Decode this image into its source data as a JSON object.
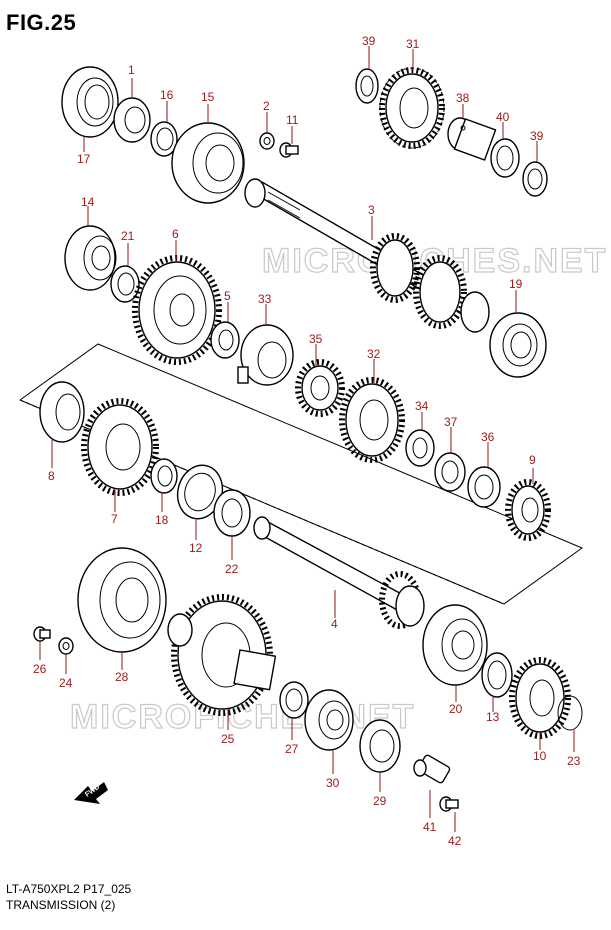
{
  "figure": {
    "title": "FIG.25",
    "model_code": "LT-A750XPL2 P17_025",
    "description": "TRANSMISSION (2)"
  },
  "watermark": [
    "MICROFICHES.NET",
    "MICROFICHES.NET"
  ],
  "fwd_label": "FWD",
  "colors": {
    "callout": "#a01c1c",
    "line": "#000000",
    "watermark": "#c9c9c9"
  },
  "callouts": [
    "1",
    "2",
    "3",
    "4",
    "5",
    "6",
    "7",
    "8",
    "9",
    "10",
    "11",
    "12",
    "13",
    "14",
    "15",
    "16",
    "17",
    "18",
    "19",
    "20",
    "21",
    "22",
    "23",
    "24",
    "25",
    "26",
    "27",
    "28",
    "29",
    "30",
    "31",
    "32",
    "33",
    "34",
    "35",
    "36",
    "37",
    "38",
    "39",
    "39",
    "40",
    "41",
    "42"
  ]
}
